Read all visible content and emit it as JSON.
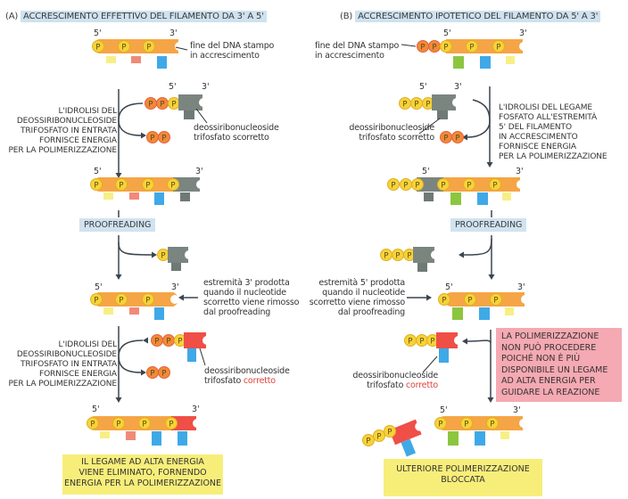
{
  "panel_a": {
    "title_prefix": "(A)",
    "title": "ACCRESCIMENTO EFFETTIVO DEL FILAMENTO DA 3' A 5'",
    "growing_end_label": [
      "fine del DNA stampo",
      "in accrescimento"
    ],
    "hydrolysis_text": [
      "L'IDROLISI DEL",
      "DEOSSIRIBONUCLEOSIDE",
      "TRIFOSFATO IN ENTRATA",
      "FORNISCE ENERGIA",
      "PER LA POLIMERIZZAZIONE"
    ],
    "incorrect_label": [
      "deossiribonucleoside",
      "trifosfato scorretto"
    ],
    "proofreading_label": "PROOFREADING",
    "end_produced_label": [
      "estremità 3' prodotta",
      "quando il nucleotide",
      "scorretto viene rimosso",
      "dal proofreading"
    ],
    "correct_label_line1": "deossiribonucleoside",
    "correct_label_line2_prefix": "trifosfato ",
    "correct_label_line2_highlight": "corretto",
    "result_box": [
      "IL LEGAME AD ALTA ENERGIA",
      "VIENE ELIMINATO, FORNENDO",
      "ENERGIA PER LA POLIMERIZZAZIONE"
    ]
  },
  "panel_b": {
    "title_prefix": "(B)",
    "title": "ACCRESCIMENTO IPOTETICO DEL FILAMENTO DA 5' A 3'",
    "growing_end_label": [
      "fine del DNA stampo",
      "in accrescimento"
    ],
    "hydrolysis_text": [
      "L'IDROLISI DEL LEGAME",
      "FOSFATO ALL'ESTREMITÀ",
      "5' DEL FILAMENTO",
      "IN ACCRESCIMENTO",
      "FORNISCE ENERGIA",
      "PER LA POLIMERIZZAZIONE"
    ],
    "incorrect_label": [
      "deossiribonucleoside",
      "trifosfato scorretto"
    ],
    "proofreading_label": "PROOFREADING",
    "end_produced_label": [
      "estremità 5' prodotta",
      "quando il nucleotide",
      "scorretto viene rimosso",
      "dal proofreading"
    ],
    "correct_label_line1": "deossiribonucleoside",
    "correct_label_line2_prefix": "trifosfato ",
    "correct_label_line2_highlight": "corretto",
    "blocked_box": [
      "LA POLIMERIZZAZIONE",
      "NON PUÒ PROCEDERE",
      "POICHÉ NON È PIÙ",
      "DISPONIBILE UN LEGAME",
      "AD ALTA ENERGIA PER",
      "GUIDARE LA REAZIONE"
    ],
    "result_box": [
      "ULTERIORE POLIMERIZZAZIONE",
      "BLOCCATA"
    ]
  },
  "labels": {
    "five_prime": "5'",
    "three_prime": "3'",
    "phosphate": "P"
  },
  "colors": {
    "strand": "#f5a545",
    "phosphate_yellow": "#f7d23a",
    "phosphate_orange": "#f08a3a",
    "incorrect_nucleotide": "#7b8580",
    "correct_nucleotide": "#ef4f46",
    "base_yellow": "#f7ef86",
    "base_salmon": "#f08a78",
    "base_blue": "#3fa9e8",
    "base_green": "#8cc63f",
    "base_gray": "#6f7a76",
    "title_bg": "#cfe2ef",
    "yellow_box": "#f7ee7a",
    "pink_box": "#f5a9b2",
    "red_text": "#e0433a"
  }
}
